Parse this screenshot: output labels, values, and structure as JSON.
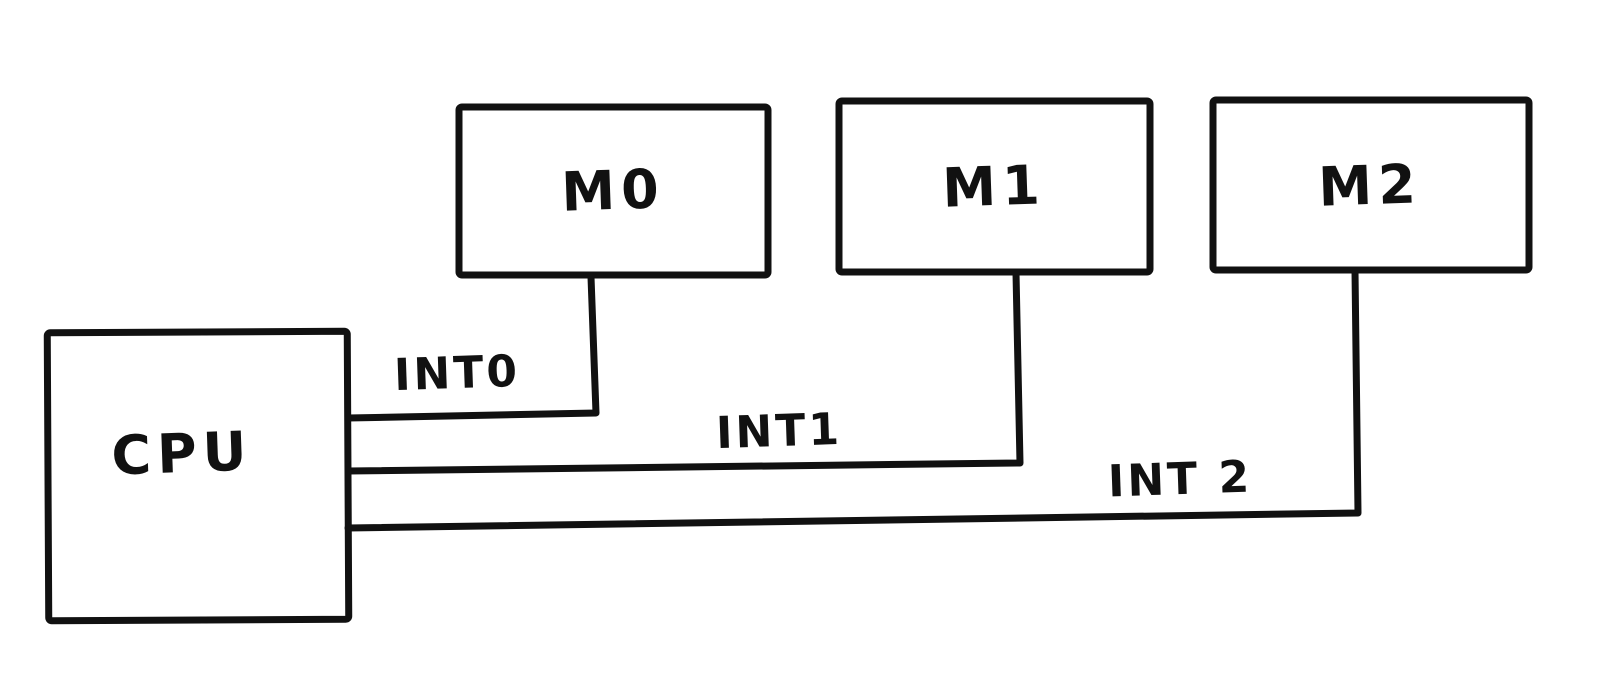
{
  "diagram": {
    "cpu": {
      "label": "CPU"
    },
    "modules": [
      {
        "id": "M0",
        "label": "M0"
      },
      {
        "id": "M1",
        "label": "M1"
      },
      {
        "id": "M2",
        "label": "M2"
      }
    ],
    "interrupts": [
      {
        "label": "INT0",
        "from": "CPU",
        "to": "M0"
      },
      {
        "label": "INT1",
        "from": "CPU",
        "to": "M1"
      },
      {
        "label": "INT 2",
        "from": "CPU",
        "to": "M2"
      }
    ],
    "colors": {
      "stroke": "#111111",
      "background": "#ffffff"
    }
  }
}
